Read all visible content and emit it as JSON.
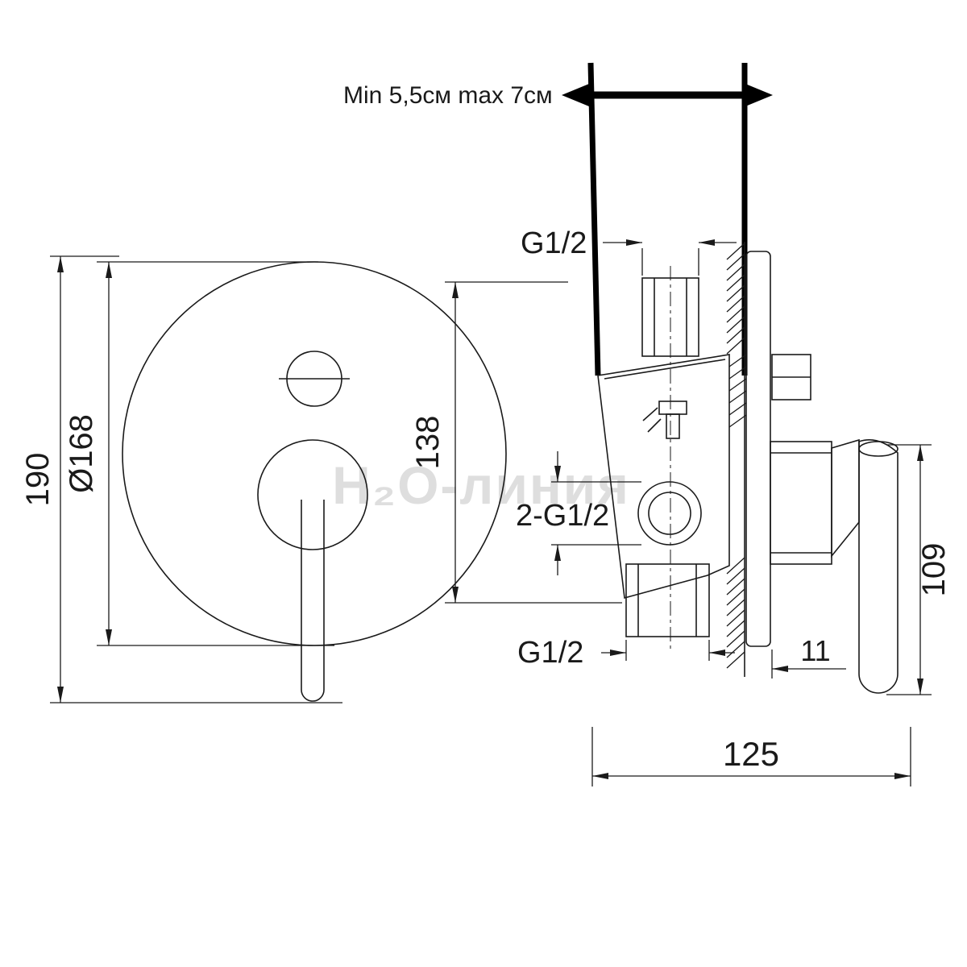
{
  "watermark": "H₂O-линия",
  "annotations": {
    "wall_depth": "Min 5,5см max 7см",
    "front_height": "190",
    "front_diameter": "Ø168",
    "front_inner_height": "138",
    "top_inlet": "G1/2",
    "mid_outlets": "2-G1/2",
    "bottom_inlet": "G1/2",
    "plate_thickness": "11",
    "handle_height": "109",
    "total_depth": "125"
  }
}
